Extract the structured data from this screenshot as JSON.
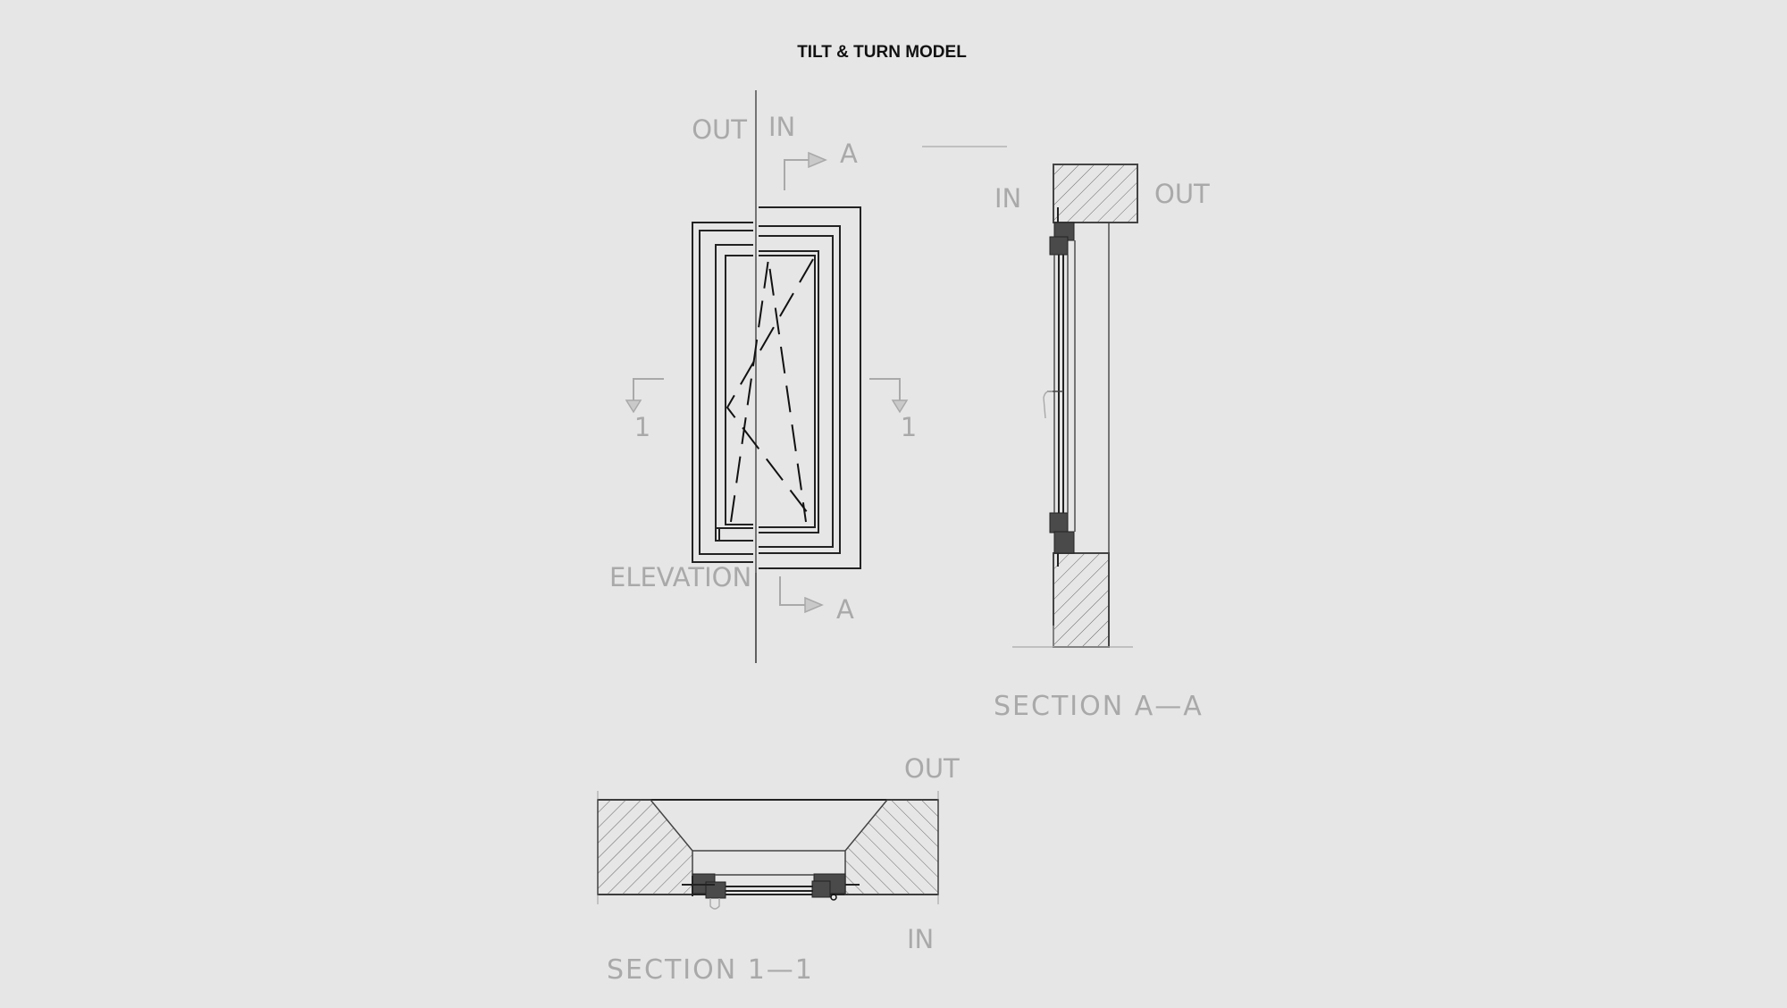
{
  "title": "TILT & TURN MODEL",
  "elevation": {
    "label": "ELEVATION",
    "out_label": "OUT",
    "in_label": "IN",
    "section_a_top": "A",
    "section_a_bottom": "A",
    "section_1_left": "1",
    "section_1_right": "1"
  },
  "section_aa": {
    "label": "SECTION A—A",
    "in_label": "IN",
    "out_label": "OUT"
  },
  "section_11": {
    "label": "SECTION 1—1",
    "out_label": "OUT",
    "in_label": "IN"
  },
  "colors": {
    "background": "#e6e6e6",
    "annotation": "#a9a9a9",
    "linework": "#222222"
  }
}
